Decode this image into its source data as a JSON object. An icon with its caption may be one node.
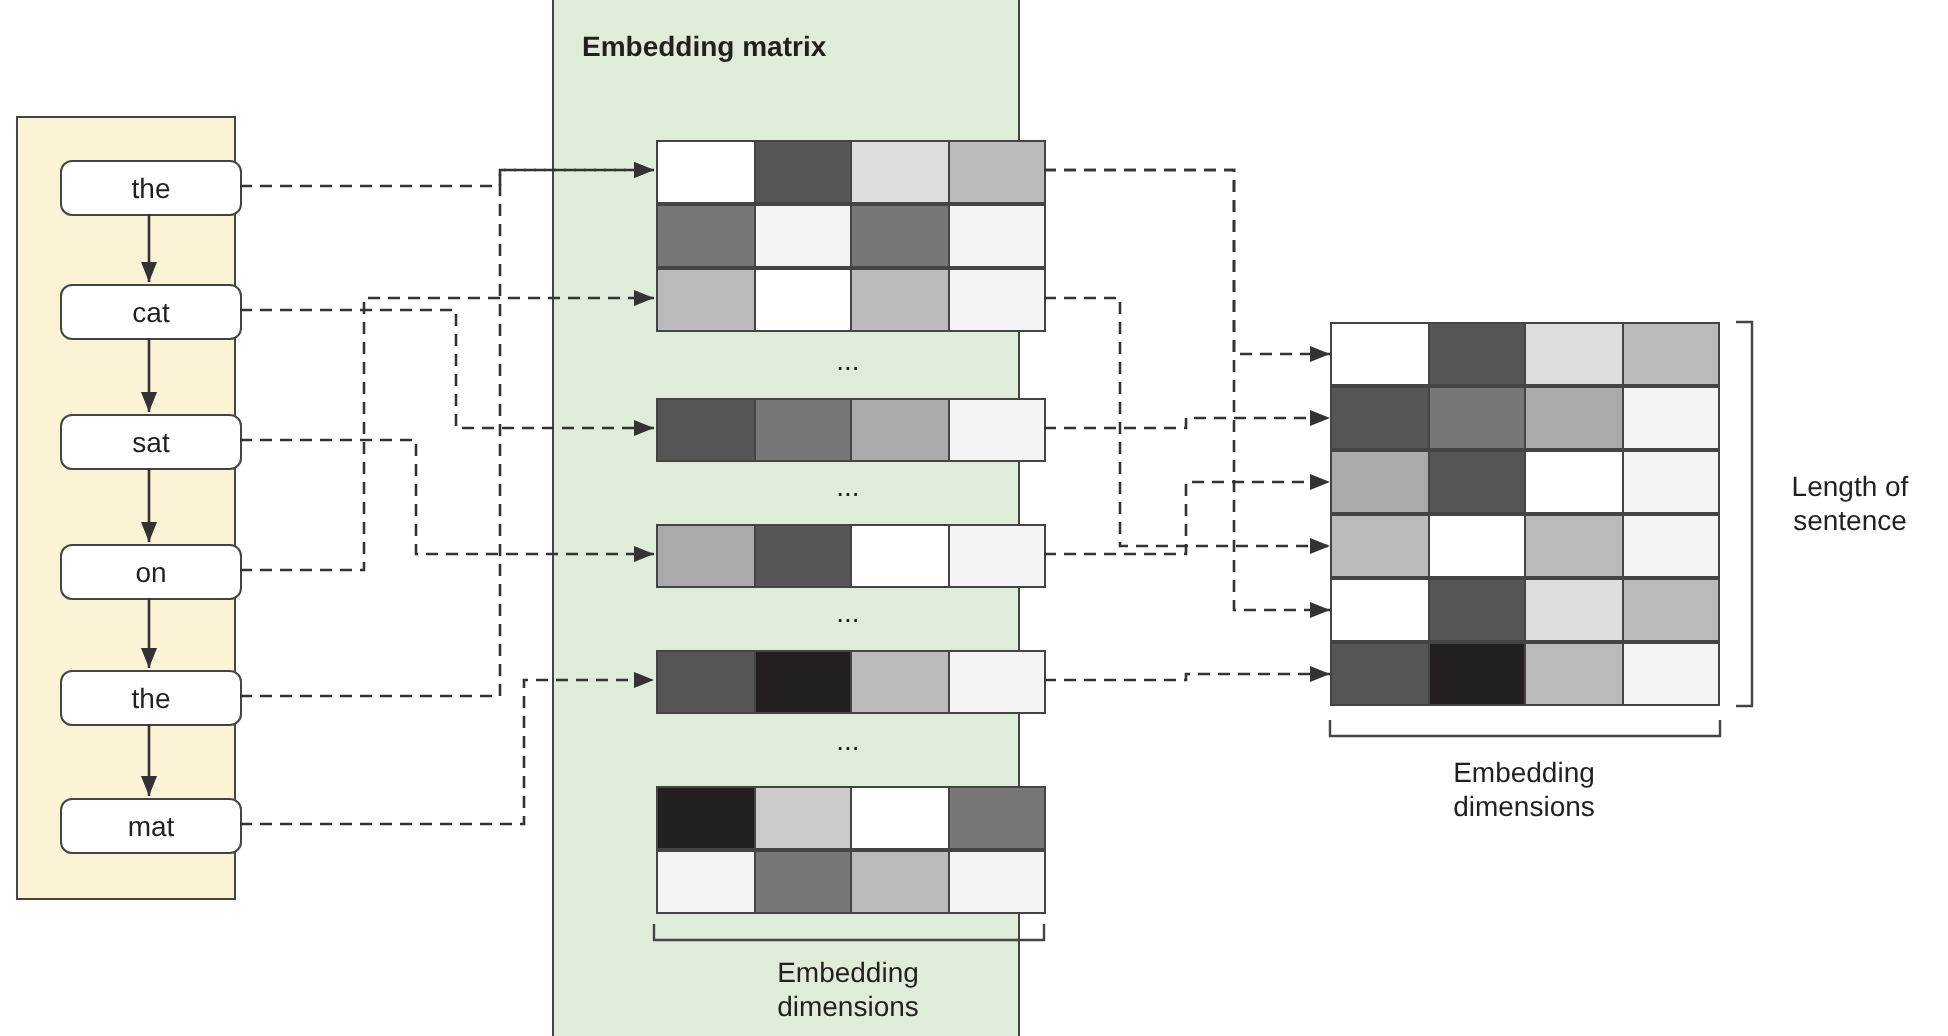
{
  "diagram": {
    "nodes": [
      {
        "text": [],
        "shape": "box"
      },
      {
        "text": [
          "the"
        ],
        "in": 0
      },
      {
        "text": [
          "cat"
        ],
        "in": 0
      },
      {
        "text": [
          "sat"
        ],
        "in": 0
      },
      {
        "text": [
          "on"
        ],
        "in": 0
      },
      {
        "text": [
          "the"
        ],
        "in": 0
      },
      {
        "text": [
          "mat"
        ],
        "in": 0
      },
      {
        "text": [
          "Embedding matrix"
        ]
      },
      {
        "text": [],
        "shape": "bar",
        "in": 7
      },
      {
        "text": [],
        "shape": "bar",
        "in": 7
      },
      {
        "text": [],
        "shape": "bar",
        "in": 7
      },
      {
        "text": [],
        "shape": "bar",
        "in": 7
      },
      {
        "text": [],
        "shape": "bar",
        "in": 7
      },
      {
        "text": [],
        "shape": "bar",
        "in": 7
      },
      {
        "text": [],
        "shape": "bar",
        "in": 7
      },
      {
        "text": [],
        "shape": "bar",
        "in": 7
      },
      {
        "text": [],
        "shape": "box"
      },
      {
        "text": [],
        "shape": "bar",
        "in": 16
      },
      {
        "text": [],
        "shape": "bar",
        "in": 16
      },
      {
        "text": [],
        "shape": "bar",
        "in": 16
      },
      {
        "text": [],
        "shape": "bar",
        "in": 16
      },
      {
        "text": [],
        "shape": "bar",
        "in": 16
      },
      {
        "text": [],
        "shape": "bar",
        "in": 16
      }
    ],
    "edges": [
      {
        "from": 1,
        "to": 2,
        "arrow": "to"
      },
      {
        "from": 2,
        "to": 3,
        "arrow": "to"
      },
      {
        "from": 3,
        "to": 4,
        "arrow": "to"
      },
      {
        "from": 4,
        "to": 5,
        "arrow": "to"
      },
      {
        "from": 5,
        "to": 6,
        "arrow": "to"
      },
      {
        "from": 1,
        "to": 8,
        "arrow": "to",
        "style": "dashed"
      },
      {
        "from": 2,
        "to": 11,
        "arrow": "to",
        "style": "dashed"
      },
      {
        "from": 3,
        "to": 12,
        "arrow": "to",
        "style": "dashed"
      },
      {
        "from": 4,
        "to": 10,
        "arrow": "to",
        "style": "dashed"
      },
      {
        "from": 5,
        "to": 8,
        "arrow": "to",
        "style": "dashed"
      },
      {
        "from": 6,
        "to": 13,
        "arrow": "to",
        "style": "dashed"
      },
      {
        "from": 8,
        "to": 17,
        "arrow": "to",
        "style": "dashed"
      },
      {
        "from": 8,
        "to": 21,
        "arrow": "to",
        "style": "dashed"
      },
      {
        "from": 10,
        "to": 20,
        "arrow": "to",
        "style": "dashed"
      },
      {
        "from": 11,
        "to": 18,
        "arrow": "to",
        "style": "dashed"
      },
      {
        "from": 12,
        "to": 19,
        "arrow": "to",
        "style": "dashed"
      },
      {
        "from": 13,
        "to": 22,
        "arrow": "to",
        "style": "dashed"
      }
    ],
    "labels": [
      "...",
      "...",
      "...",
      "...",
      "Embedding dimensions",
      "Length of sentence",
      "Embedding dimensions"
    ]
  }
}
